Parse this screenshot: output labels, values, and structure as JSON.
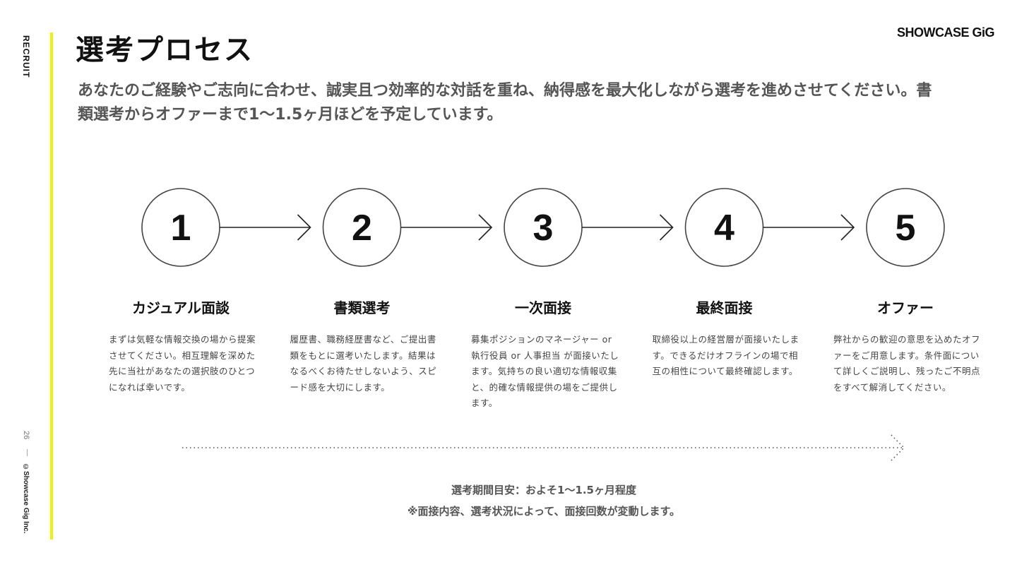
{
  "side": {
    "section": "RECRUIT",
    "page_number": "26",
    "copyright": "©Showcase Gig Inc."
  },
  "logo": "SHOWCASE GiG",
  "title": "選考プロセス",
  "lead": "あなたのご経験やご志向に合わせ、誠実且つ効率的な対話を重ね、納得感を最大化しながら選考を進めさせてください。書類選考からオファーまで1〜1.5ヶ月ほどを予定しています。",
  "steps": [
    {
      "number": "1",
      "title": "カジュアル面談",
      "description": "まずは気軽な情報交換の場から提案させてください。相互理解を深めた先に当社があなたの選択肢のひとつになれば幸いです。"
    },
    {
      "number": "2",
      "title": "書類選考",
      "description": "履歴書、職務経歴書など、ご提出書類をもとに選考いたします。結果はなるべくお待たせしないよう、スピード感を大切にします。"
    },
    {
      "number": "3",
      "title": "一次面接",
      "description": "募集ポジションのマネージャー or 執行役員 or 人事担当 が面接いたします。気持ちの良い適切な情報収集と、的確な情報提供の場をご提供します。"
    },
    {
      "number": "4",
      "title": "最終面接",
      "description": "取締役以上の経営層が面接いたします。できるだけオフラインの場で相互の相性について最終確認します。"
    },
    {
      "number": "5",
      "title": "オファー",
      "description": "弊社からの歓迎の意思を込めたオファーをご用意します。条件面について詳しくご説明し、残ったご不明点をすべて解消してください。"
    }
  ],
  "period": {
    "duration": "選考期間目安：およそ1〜1.5ヶ月程度",
    "note": "※面接内容、選考状況によって、面接回数が変動します。"
  }
}
